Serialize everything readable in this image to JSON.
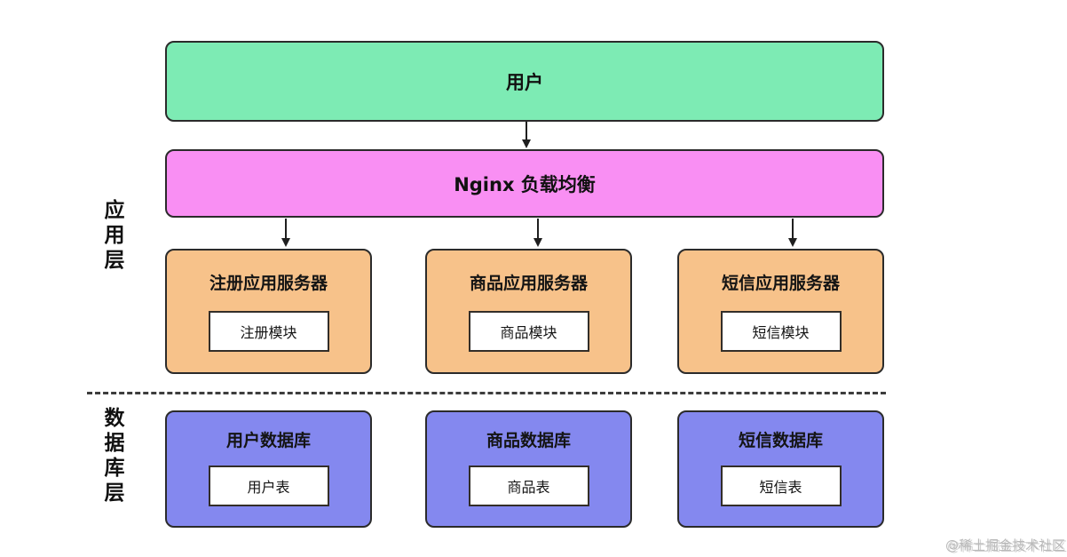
{
  "colors": {
    "user_fill": "#7debb4",
    "nginx_fill": "#f98ff3",
    "server_fill": "#f7c28a",
    "db_fill": "#8488ef",
    "border": "#2b2b2b",
    "arrow": "#1f1f1f",
    "watermark": "#b9b9b9"
  },
  "layers": {
    "app": {
      "label": "应用层"
    },
    "db": {
      "label": "数据库层"
    }
  },
  "nodes": {
    "user": {
      "label": "用户"
    },
    "nginx": {
      "label": "Nginx 负载均衡"
    },
    "app_servers": [
      {
        "title": "注册应用服务器",
        "module": "注册模块"
      },
      {
        "title": "商品应用服务器",
        "module": "商品模块"
      },
      {
        "title": "短信应用服务器",
        "module": "短信模块"
      }
    ],
    "databases": [
      {
        "title": "用户数据库",
        "table": "用户表"
      },
      {
        "title": "商品数据库",
        "table": "商品表"
      },
      {
        "title": "短信数据库",
        "table": "短信表"
      }
    ]
  },
  "watermark": {
    "text": "@稀土掘金技术社区"
  }
}
